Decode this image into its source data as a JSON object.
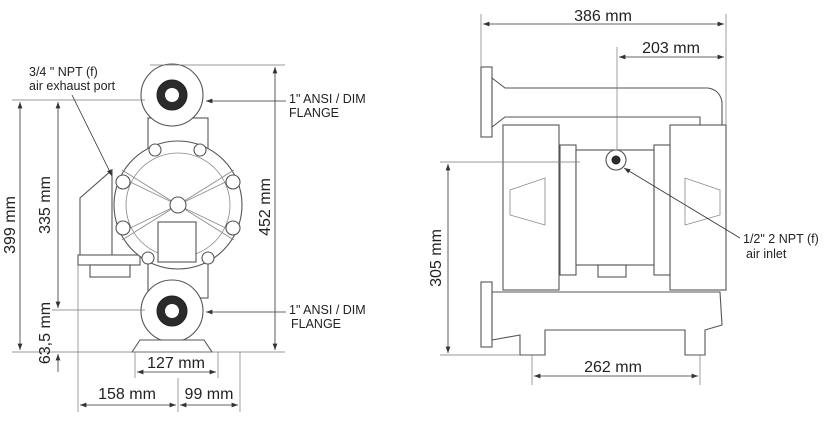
{
  "front_view": {
    "callout_exhaust": {
      "line1": "3/4 \" NPT (f)",
      "line2": "air exhaust port"
    },
    "callout_top_flange": {
      "line1": "1\" ANSI / DIM",
      "line2": "FLANGE"
    },
    "callout_bottom_flange": {
      "line1": "1\" ANSI / DIM",
      "line2": "FLANGE"
    },
    "dims": {
      "height_399": "399 mm",
      "height_335": "335 mm",
      "height_63_5": "63,5 mm",
      "height_452": "452 mm",
      "width_127": "127 mm",
      "width_158": "158 mm",
      "width_99": "99 mm"
    }
  },
  "side_view": {
    "callout_air_inlet": {
      "line1": "1/2\" 2 NPT (f)",
      "line2": "air inlet"
    },
    "dims": {
      "width_386": "386 mm",
      "width_203": "203 mm",
      "height_305": "305 mm",
      "width_262": "262 mm"
    }
  }
}
